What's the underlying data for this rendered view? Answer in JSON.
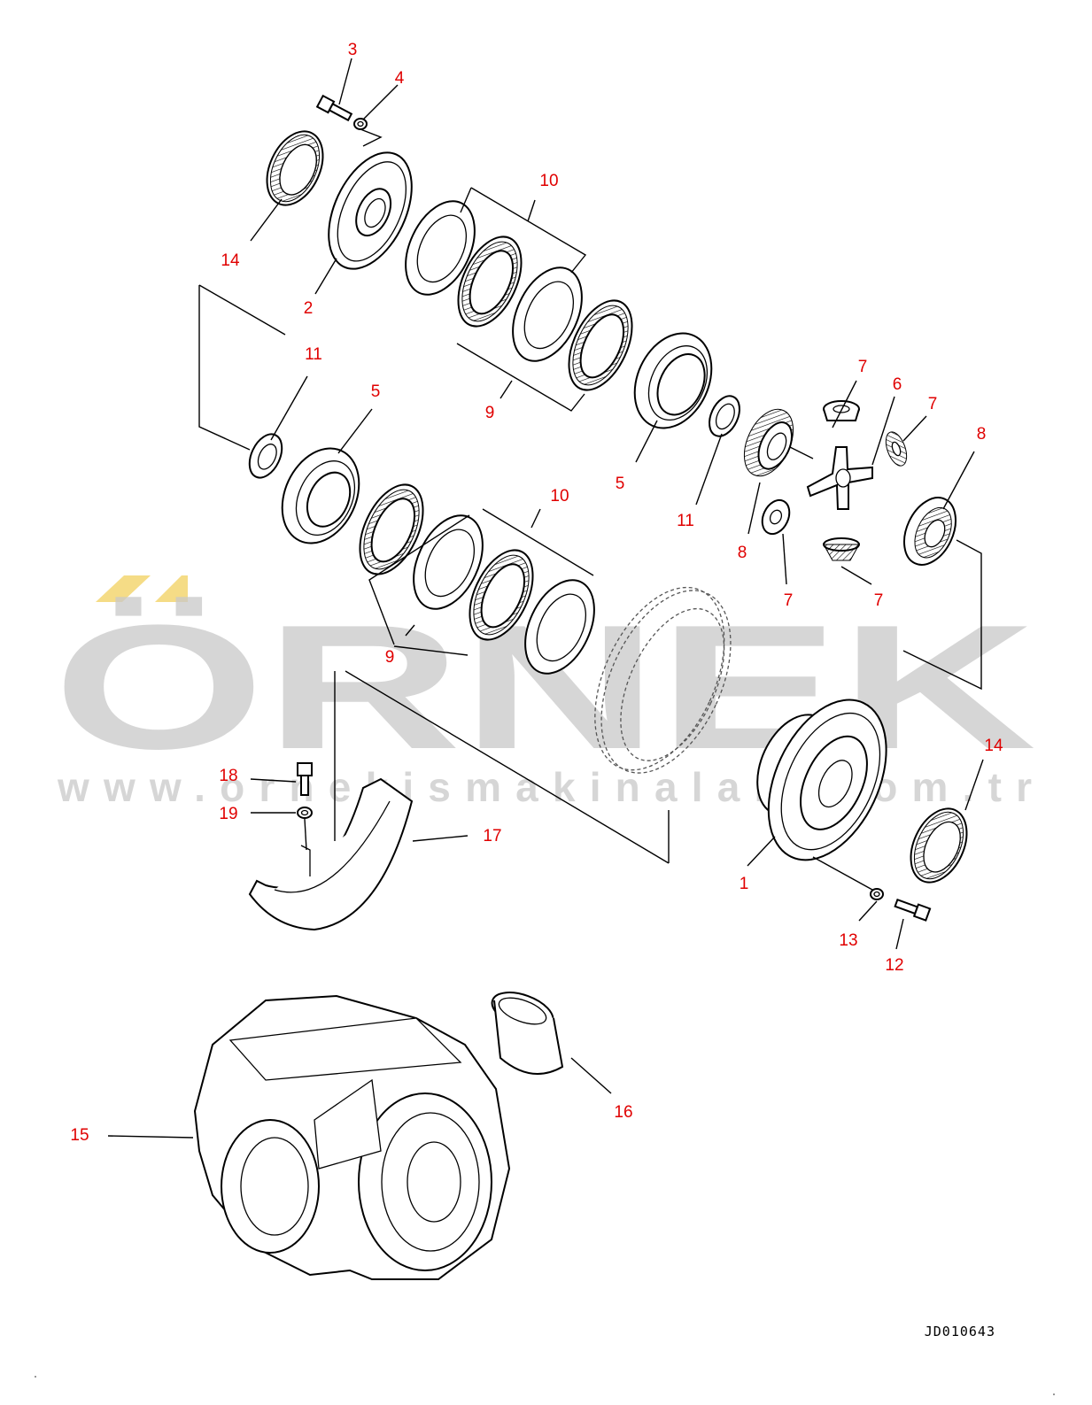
{
  "watermark": {
    "brand": "ÖRNEK",
    "url": "www.ornekismakinalari.com.tr",
    "accent_color": "#f5dc86",
    "text_color": "#c9c9c9"
  },
  "callout_color": "#e00000",
  "drawing_code": "JD010643",
  "callouts": {
    "c3": "3",
    "c4": "4",
    "c14a": "14",
    "c2": "2",
    "c10a": "10",
    "c9a": "9",
    "c11a": "11",
    "c5a": "5",
    "c5b": "5",
    "c11b": "11",
    "c7a": "7",
    "c6": "6",
    "c7b": "7",
    "c8a": "8",
    "c8b": "8",
    "c7c": "7",
    "c7d": "7",
    "c10b": "10",
    "c9b": "9",
    "c14b": "14",
    "c18": "18",
    "c19": "19",
    "c17": "17",
    "c1": "1",
    "c13": "13",
    "c12": "12",
    "c15": "15",
    "c16": "16"
  }
}
